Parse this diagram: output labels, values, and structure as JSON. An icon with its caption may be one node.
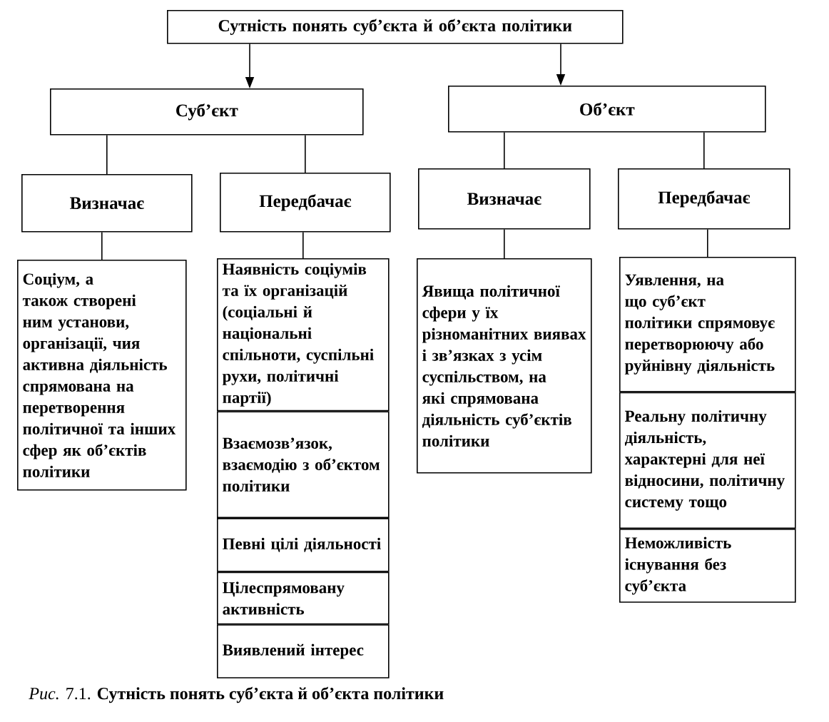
{
  "diagram": {
    "nodes": [
      {
        "text": [
          "Сутність понять суб’єкта й об’єкта політики"
        ]
      },
      {
        "text": [
          "Суб’єкт"
        ]
      },
      {
        "text": [
          "Об’єкт"
        ]
      },
      {
        "text": [
          "Визначає"
        ]
      },
      {
        "text": [
          "Передбачає"
        ]
      },
      {
        "text": [
          "Визначає"
        ]
      },
      {
        "text": [
          "Передбачає"
        ]
      },
      {
        "text": [
          "Соціум, а також створені ним установи, організації, чия активна діяльність спрямована на перетворення політичної та інших сфер як об’єктів політики"
        ]
      },
      {
        "text": [
          "Наявність соціумів та їх організацій (соціальні й національні спільноти, суспільні рухи, політичні партії)"
        ]
      },
      {
        "text": [
          "Взаємозв’язок, взаємодію з об’єктом політики"
        ]
      },
      {
        "text": [
          "Певні цілі діяльності"
        ]
      },
      {
        "text": [
          "Цілеспрямовану активність"
        ]
      },
      {
        "text": [
          "Виявлений інтерес"
        ]
      },
      {
        "text": [
          "Явища політичної сфери у їх різноманітних виявах і зв’язках з усім суспільством, на які спрямована діяльність суб’єктів політики"
        ]
      },
      {
        "text": [
          "Уявлення, на що суб’єкт політики спрямовує перетворюючу або руйнівну діяльність"
        ]
      },
      {
        "text": [
          "Реальну політичну діяльність, характерні для неї відносини, політичну систему тощо"
        ]
      },
      {
        "text": [
          "Неможливість існування без суб’єкта"
        ]
      }
    ],
    "edges": [
      {
        "from": 0,
        "to": 1,
        "arrow": "to"
      },
      {
        "from": 0,
        "to": 2,
        "arrow": "to"
      },
      {
        "from": 1,
        "to": 3,
        "arrow": "none"
      },
      {
        "from": 1,
        "to": 4,
        "arrow": "none"
      },
      {
        "from": 2,
        "to": 5,
        "arrow": "none"
      },
      {
        "from": 2,
        "to": 6,
        "arrow": "none"
      },
      {
        "from": 3,
        "to": 7,
        "arrow": "none"
      },
      {
        "from": 4,
        "to": 8,
        "arrow": "none"
      },
      {
        "from": 5,
        "to": 13,
        "arrow": "none"
      },
      {
        "from": 6,
        "to": 14,
        "arrow": "none"
      }
    ],
    "caption": "*Рис.* 7.1. **Сутність понять суб’єкта й об’єкта політики**"
  }
}
